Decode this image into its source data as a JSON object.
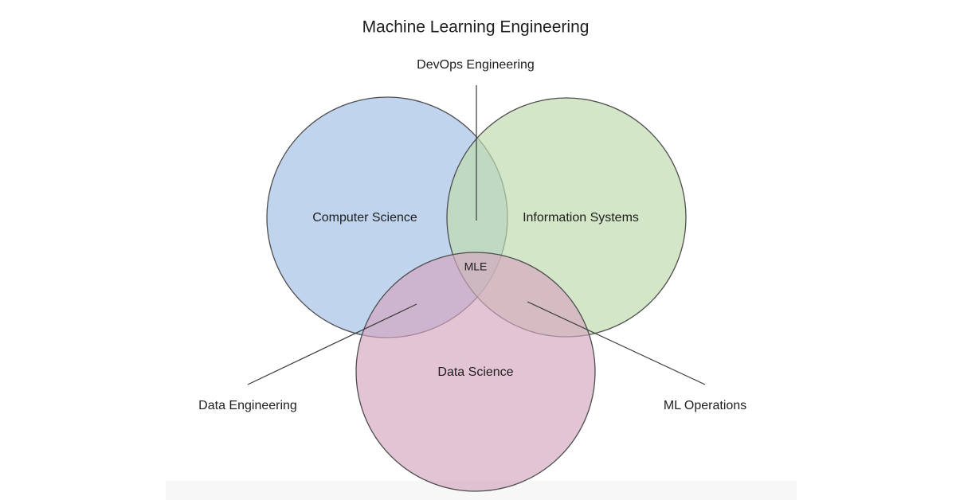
{
  "title": "Machine Learning Engineering",
  "circles": {
    "computer_science": {
      "label": "Computer Science",
      "color": "#a9c4e8"
    },
    "information_systems": {
      "label": "Information Systems",
      "color": "#bedbae"
    },
    "data_science": {
      "label": "Data Science",
      "color": "#d5a5c0"
    }
  },
  "center": {
    "label": "MLE"
  },
  "callouts": {
    "devops": "DevOps Engineering",
    "data_engineering": "Data Engineering",
    "ml_operations": "ML Operations"
  }
}
